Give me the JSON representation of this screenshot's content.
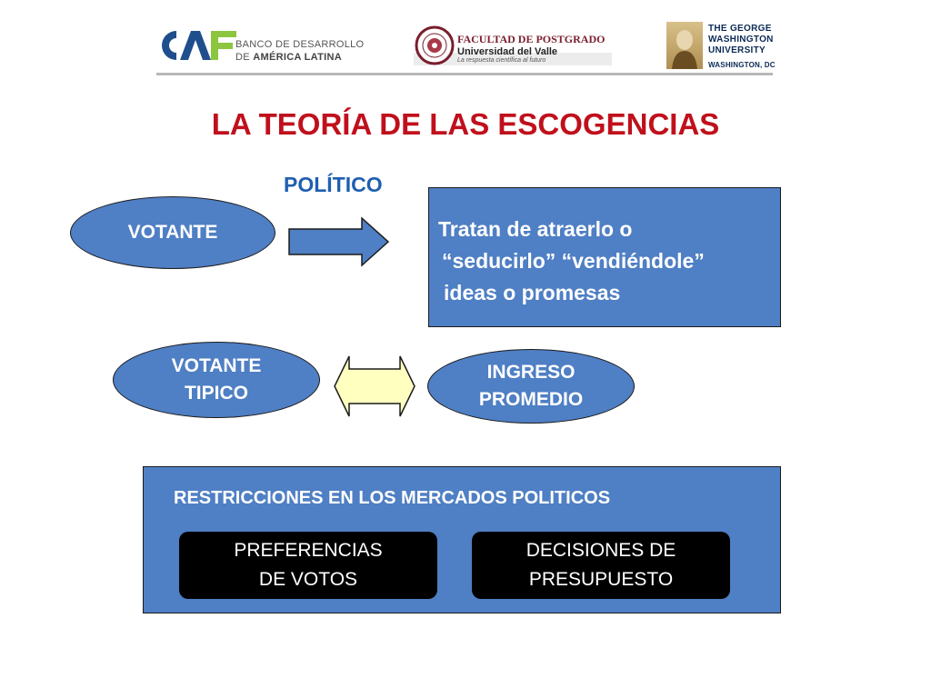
{
  "header": {
    "caf": {
      "mark": "CAF",
      "line1": "BANCO DE DESARROLLO",
      "line2_prefix": "DE",
      "line2_bold": "AMÉRICA LATINA"
    },
    "univalle": {
      "line1": "FACULTAD DE POSTGRADO",
      "line2": "Universidad del Valle",
      "line3": "La respuesta científica al futuro",
      "seal_icon": "university-seal-icon"
    },
    "gwu": {
      "line1": "THE GEORGE",
      "line2": "WASHINGTON",
      "line3": "UNIVERSITY",
      "city": "WASHINGTON, DC"
    }
  },
  "title": "LA TEORÍA DE LAS ESCOGENCIAS",
  "politico_label": "POLÍTICO",
  "votante": "VOTANTE",
  "explanation": {
    "line1": "Tratan de atraerlo o",
    "line2": "“seducirlo” “vendiéndole”",
    "line3": "ideas o promesas"
  },
  "votante_tipico": {
    "line1": "VOTANTE",
    "line2": "TIPICO"
  },
  "ingreso_promedio": {
    "line1": "INGRESO",
    "line2": "PROMEDIO"
  },
  "restrictions": {
    "title": "RESTRICCIONES EN LOS MERCADOS POLITICOS",
    "preferencias": {
      "line1": "PREFERENCIAS",
      "line2": "DE VOTOS"
    },
    "decisiones": {
      "line1": "DECISIONES DE",
      "line2": "PRESUPUESTO"
    }
  },
  "colors": {
    "title_red": "#c0101c",
    "politico_blue": "#1f5fb0",
    "shape_blue": "#4f7fc4",
    "arrow_yellow": "#ffffc0",
    "caf_blue": "#1f4e8c",
    "caf_green": "#8cc63f"
  }
}
